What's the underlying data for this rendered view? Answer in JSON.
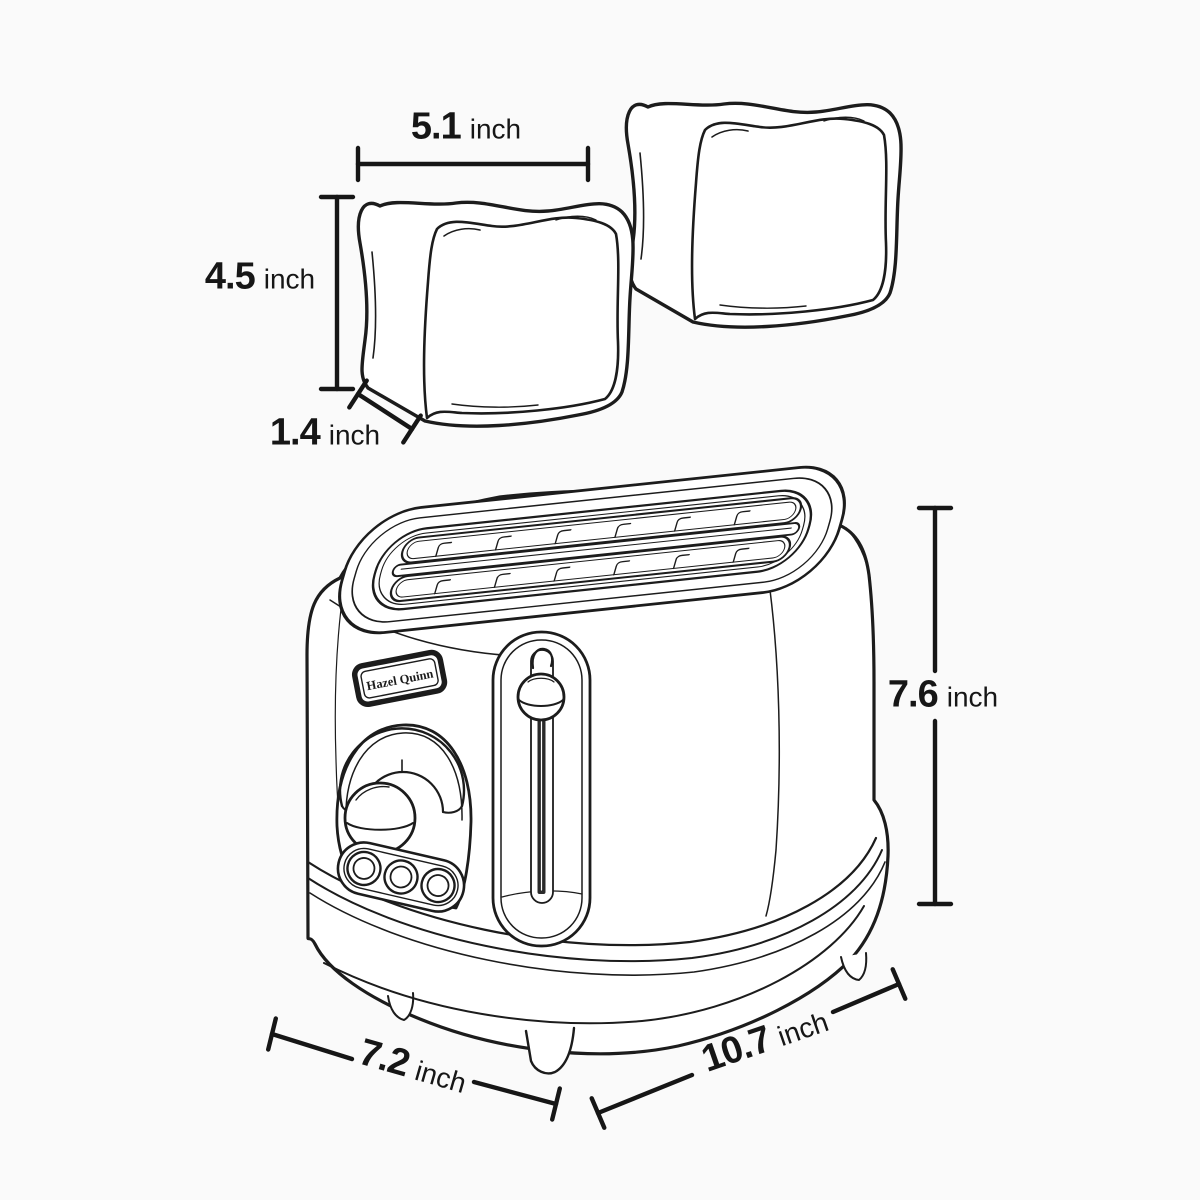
{
  "page": {
    "background": "#fafafa",
    "ink": "#1c1c1c",
    "dimension_ink": "#161616"
  },
  "product": {
    "brand": "Hazel Quinn"
  },
  "dimensions": {
    "bread_width": {
      "value": "5.1",
      "unit": "inch"
    },
    "bread_height": {
      "value": "4.5",
      "unit": "inch"
    },
    "bread_thickness": {
      "value": "1.4",
      "unit": "inch"
    },
    "toaster_height": {
      "value": "7.6",
      "unit": "inch"
    },
    "toaster_depth": {
      "value": "7.2",
      "unit": "inch"
    },
    "toaster_width": {
      "value": "10.7",
      "unit": "inch"
    }
  }
}
